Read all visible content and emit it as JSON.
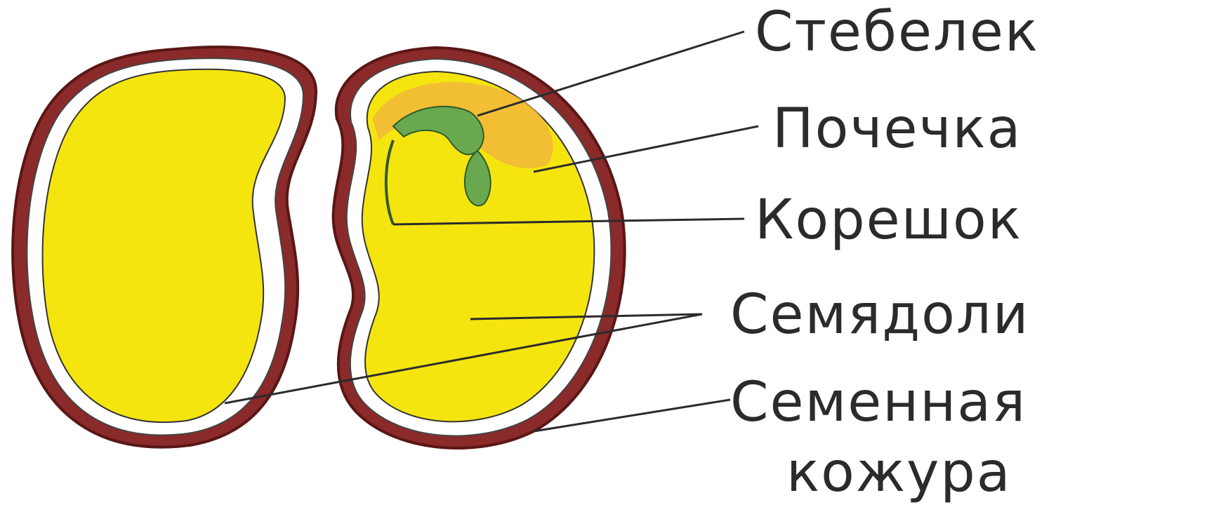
{
  "labels": {
    "stem": "Стебелек",
    "bud": "Почечка",
    "root": "Корешок",
    "cotyledons": "Семядоли",
    "seed_coat_line1": "Семенная",
    "seed_coat_line2": "кожура"
  },
  "colors": {
    "cotyledon": "#f5e50f",
    "coat_outer": "#8a2a2a",
    "coat_inner": "#ffffff",
    "embryo": "#6aa84f",
    "embryo_tint": "#f0b040",
    "leader_line": "#2b2b2b"
  }
}
